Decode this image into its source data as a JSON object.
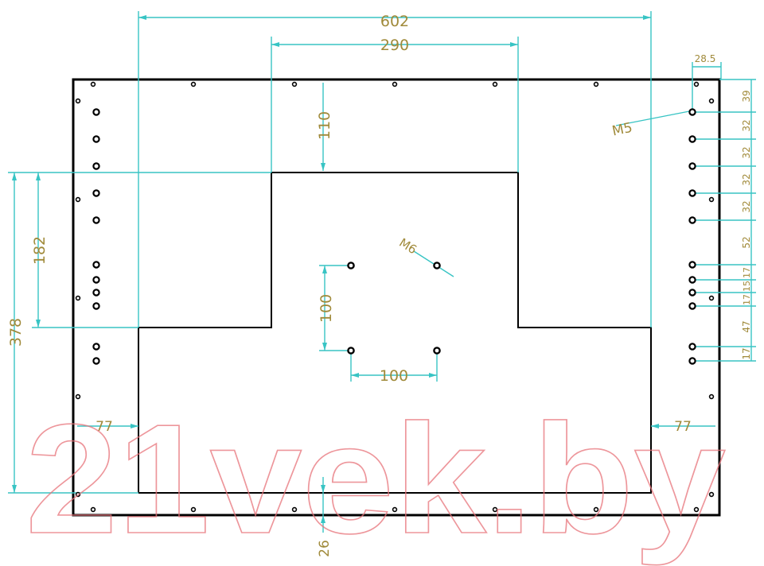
{
  "drawing": {
    "colors": {
      "outline": "#000000",
      "dimension_line": "#38c4c4",
      "dimension_text": "#a08a3a",
      "watermark": "#e8737a"
    },
    "dimensions": {
      "overall_width": "602",
      "cutout_width": "290",
      "cutout_depth": "110",
      "cutout_height": "182",
      "overall_height": "378",
      "vesa_vertical": "100",
      "vesa_horizontal": "100",
      "left_inset": "77",
      "right_inset": "77",
      "bottom_offset": "26",
      "right_top": "28.5"
    },
    "right_spacings": [
      "39",
      "32",
      "32",
      "32",
      "32",
      "52",
      "17",
      "15",
      "17",
      "47",
      "17"
    ],
    "thread_labels": {
      "side": "M5",
      "vesa": "M6"
    },
    "watermark": "21vek.by"
  }
}
